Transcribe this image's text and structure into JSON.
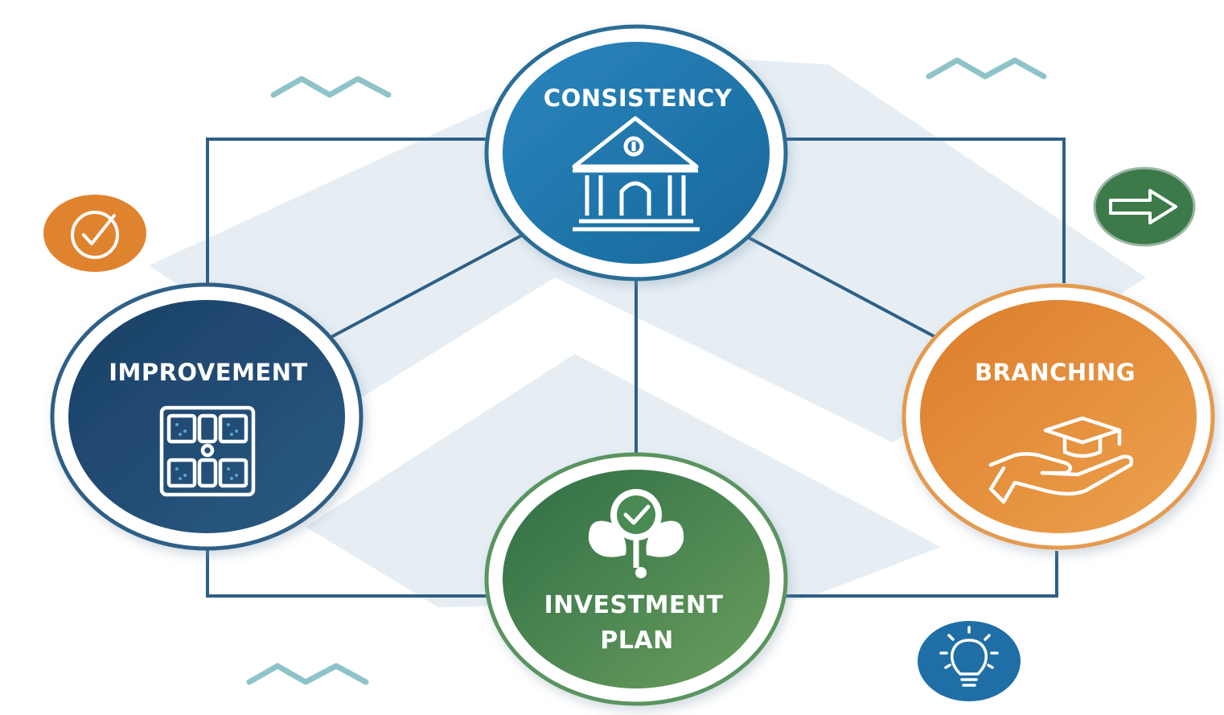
{
  "nodes": {
    "consistency": {
      "label": "CONSISTENCY",
      "color": "#1f78ad",
      "ring": "#2a6d96",
      "icon": "bank-building-icon"
    },
    "improvement": {
      "label": "IMPROVEMENT",
      "color": "#1e4a74",
      "ring": "#2e5f86",
      "icon": "floor-plan-icon"
    },
    "branching": {
      "label": "BRANCHING",
      "color": "#e28a36",
      "ring": "#e59a4f",
      "icon": "hand-graduation-cap-icon"
    },
    "investment": {
      "label_line1": "INVESTMENT",
      "label_line2": "PLAN",
      "color": "#4a8650",
      "ring": "#5a9460",
      "icon": "plant-check-icon"
    }
  },
  "badges": {
    "check": {
      "icon": "check-circle-icon",
      "color": "#e0832f"
    },
    "arrow": {
      "icon": "arrow-right-icon",
      "color": "#3d7a4a"
    },
    "bulb": {
      "icon": "lightbulb-icon",
      "color": "#1f6fa6"
    }
  },
  "colors": {
    "connector": "#2e5f86",
    "background_shape": "#dde8f0",
    "zigzag": "#8ec3c9"
  }
}
